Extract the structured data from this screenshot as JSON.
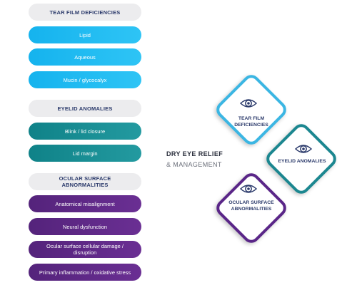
{
  "left_column": {
    "tear_film": {
      "header": "TEAR FILM DEFICIENCIES",
      "items": [
        "Lipid",
        "Aqueous",
        "Mucin / glycocalyx"
      ]
    },
    "eyelid": {
      "header": "EYELID ANOMALIES",
      "items": [
        "Blink / lid closure",
        "Lid margin"
      ]
    },
    "ocular_surface": {
      "header": "OCULAR SURFACE ABNORMALITIES",
      "items": [
        "Anatomical misalignment",
        "Neural dysfunction",
        "Ocular surface cellular damage / disruption",
        "Primary inflammation / oxidative stress"
      ]
    }
  },
  "center": {
    "title": "DRY EYE RELIEF",
    "subtitle": "& MANAGEMENT"
  },
  "diamonds": [
    {
      "label": "TEAR FILM DEFICIENCIES",
      "icon": "eye-icon",
      "color": "#3bb6e3"
    },
    {
      "label": "EYELID ANOMALIES",
      "icon": "eye-icon",
      "color": "#1c8790"
    },
    {
      "label": "OCULAR SURFACE ABNORMALITIES",
      "icon": "eye-icon",
      "color": "#5a2688"
    }
  ],
  "colors": {
    "blue": "#15b3ee",
    "teal": "#0f8288",
    "purple": "#54237b",
    "header_text": "#2b3a6b",
    "header_bg": "#ececee"
  }
}
